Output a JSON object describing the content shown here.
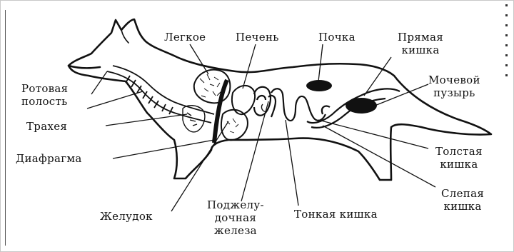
{
  "labels": {
    "lung": "Легкое",
    "liver": "Печень",
    "kidney": "Почка",
    "rectum": [
      "Прямая",
      "кишка"
    ],
    "bladder": [
      "Мочевой",
      "пузырь"
    ],
    "oral_cavity": [
      "Ротовая",
      "полость"
    ],
    "trachea": "Трахея",
    "diaphragm": "Диафрагма",
    "stomach": "Желудок",
    "pancreas": [
      "Поджелу-",
      "дочная",
      "железа"
    ],
    "small_intestine": "Тонкая кишка",
    "large_intestine": [
      "Толстая",
      "кишка"
    ],
    "cecum": [
      "Слепая",
      "кишка"
    ]
  }
}
